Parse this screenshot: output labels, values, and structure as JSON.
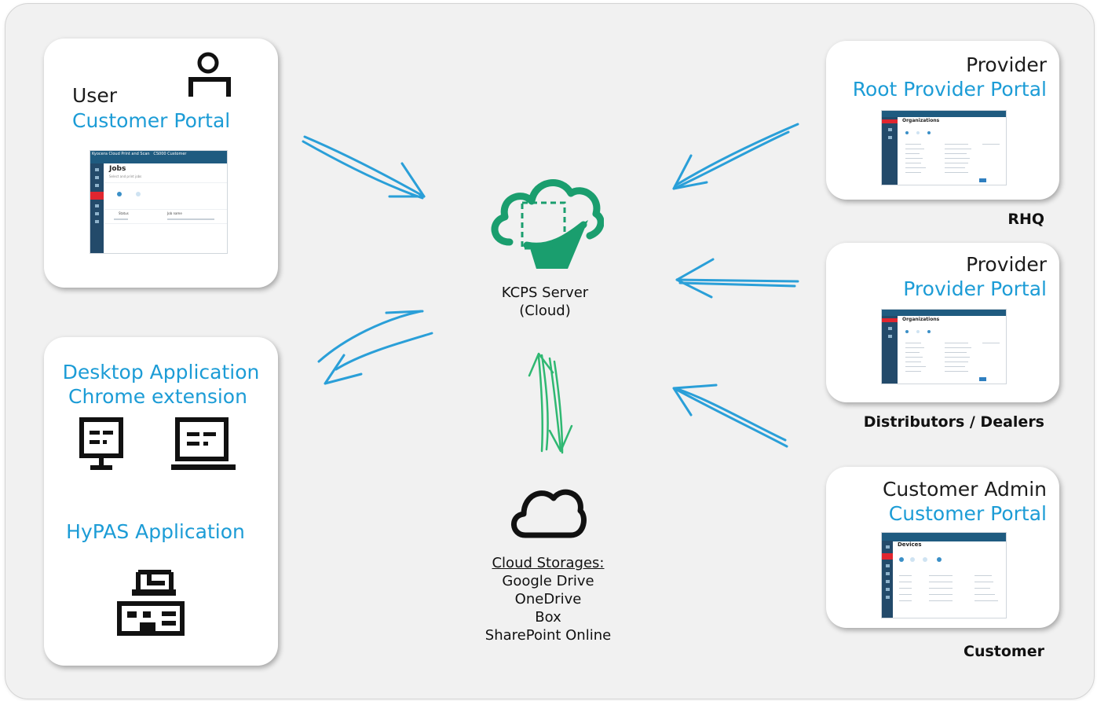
{
  "user_card": {
    "role": "User",
    "portal": "Customer Portal"
  },
  "user_shot": {
    "brand": "Kyocera Cloud Print and Scan",
    "tenant": "CS000 Customer",
    "heading": "Jobs",
    "col1": "Status",
    "col2": "Job name"
  },
  "apps_card": {
    "desktop": "Desktop Application",
    "chrome": "Chrome extension",
    "hypas": "HyPAS Application"
  },
  "server": {
    "line1": "KCPS Server",
    "line2": "(Cloud)"
  },
  "storage": {
    "heading": "Cloud Storages:",
    "items": [
      "Google Drive",
      "OneDrive",
      "Box",
      "SharePoint Online"
    ]
  },
  "rhq_card": {
    "role": "Provider",
    "portal": "Root Provider Portal",
    "caption": "RHQ"
  },
  "dist_card": {
    "role": "Provider",
    "portal": "Provider Portal",
    "caption": "Distributors / Dealers"
  },
  "cust_card": {
    "role": "Customer Admin",
    "portal": "Customer Portal",
    "caption": "Customer"
  },
  "org_shot": {
    "heading": "Organizations"
  },
  "dev_shot": {
    "heading": "Devices"
  },
  "colors": {
    "accent_blue": "#1c9cd6",
    "cloud_green": "#1a9e6e",
    "arrow_green": "#2fb872",
    "arrow_blue": "#2a9fd8",
    "nav_red": "#e0262f"
  },
  "icons": [
    "user-icon",
    "cloud-document-icon",
    "cloud-outline-icon",
    "monitor-icon",
    "laptop-icon",
    "mfp-printer-icon"
  ]
}
